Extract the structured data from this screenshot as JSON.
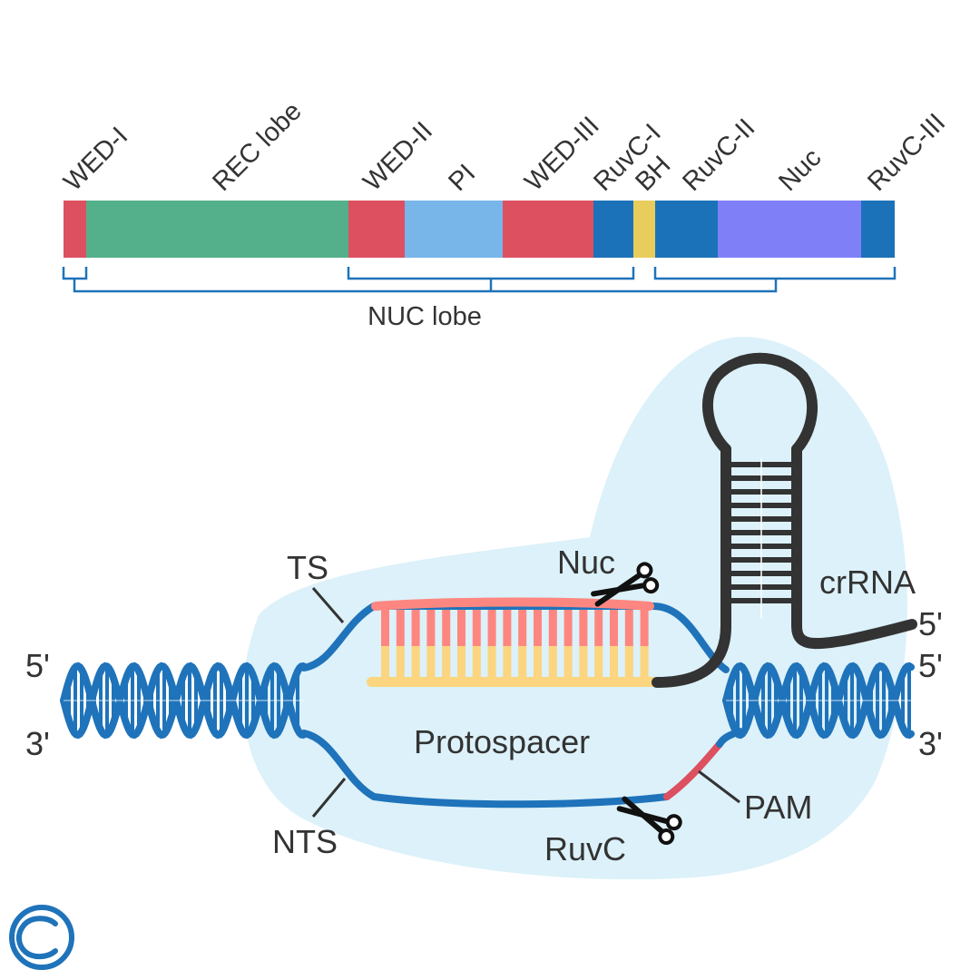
{
  "domains": [
    {
      "label": "WED-I",
      "color": "#dc5060"
    },
    {
      "label": "REC lobe",
      "color": "#54b08a"
    },
    {
      "label": "WED-II",
      "color": "#dc5060"
    },
    {
      "label": "PI",
      "color": "#78b6ea"
    },
    {
      "label": "WED-III",
      "color": "#dc5060"
    },
    {
      "label": "RuvC-I",
      "color": "#1c72b8"
    },
    {
      "label": "BH",
      "color": "#e8cd5c"
    },
    {
      "label": "RuvC-II",
      "color": "#1c72b8"
    },
    {
      "label": "Nuc",
      "color": "#7f80f8"
    },
    {
      "label": "RuvC-III",
      "color": "#1c72b8"
    }
  ],
  "nuc_lobe_label": "NUC lobe",
  "labels": {
    "ts": "TS",
    "nts": "NTS",
    "nuc_cut": "Nuc",
    "ruvc_cut": "RuvC",
    "crrna": "crRNA",
    "crrna_end": "5'",
    "left_top": "5'",
    "left_bottom": "3'",
    "right_top": "5'",
    "right_bottom": "3'",
    "protospacer": "Protospacer",
    "pam": "PAM"
  },
  "colors": {
    "dna": "#1f73ba",
    "protein": "#dcf1f9",
    "rna": "#333333",
    "target_strand_pair": "#fd8780",
    "guide_pair": "#fbd57f",
    "pam": "#dc5060",
    "bracket": "#1f73ba"
  },
  "icons": {
    "nuc_cut": "scissors-icon",
    "ruvc_cut": "scissors-icon",
    "copyright": "copyright-icon"
  }
}
